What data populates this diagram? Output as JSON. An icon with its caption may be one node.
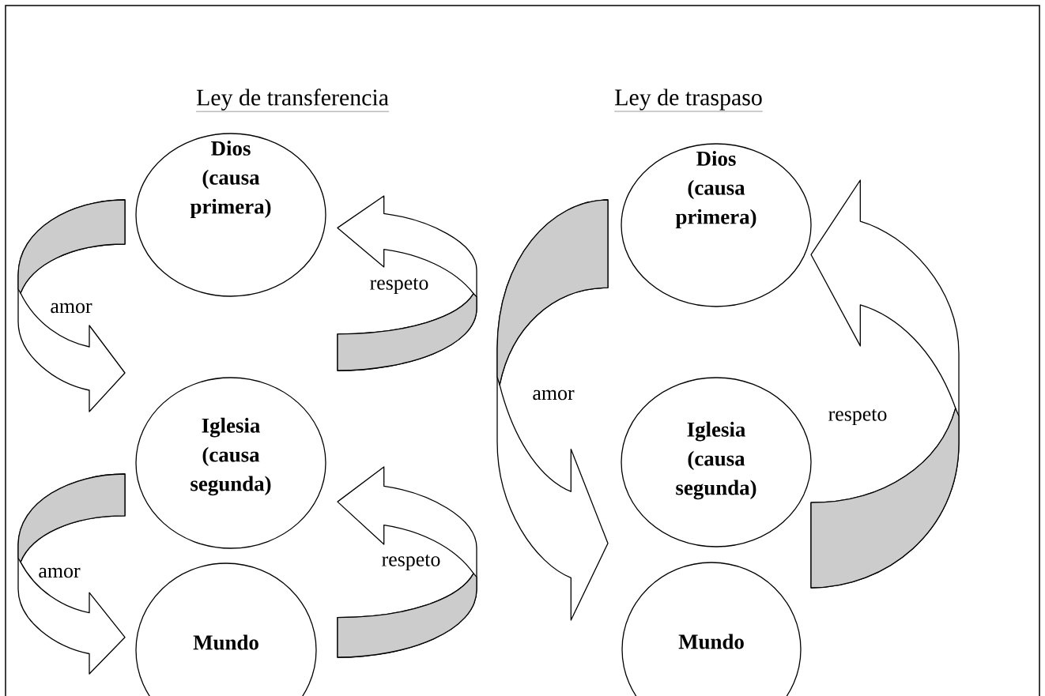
{
  "diagram": {
    "nodes": [
      {
        "text": [
          "Dios (causa primera)"
        ]
      },
      {
        "text": [
          "Iglesia (causa segunda)"
        ]
      },
      {
        "text": [
          "Mundo"
        ]
      },
      {
        "text": [
          "Dios (causa primera)"
        ]
      },
      {
        "text": [
          "Iglesia (causa segunda)"
        ]
      },
      {
        "text": [
          "Mundo"
        ]
      }
    ],
    "edges": [
      {
        "from": 0,
        "to": 1,
        "arrow": "to",
        "label": "amor"
      },
      {
        "from": 1,
        "to": 0,
        "arrow": "to",
        "label": "respeto"
      },
      {
        "from": 1,
        "to": 2,
        "arrow": "to",
        "label": "amor"
      },
      {
        "from": 2,
        "to": 1,
        "arrow": "to",
        "label": "respeto"
      },
      {
        "from": 3,
        "to": 5,
        "arrow": "to",
        "label": "amor"
      },
      {
        "from": 5,
        "to": 3,
        "arrow": "to",
        "label": "respeto"
      }
    ],
    "labels": [
      "Ley de transferencia",
      "Ley de traspaso"
    ]
  }
}
